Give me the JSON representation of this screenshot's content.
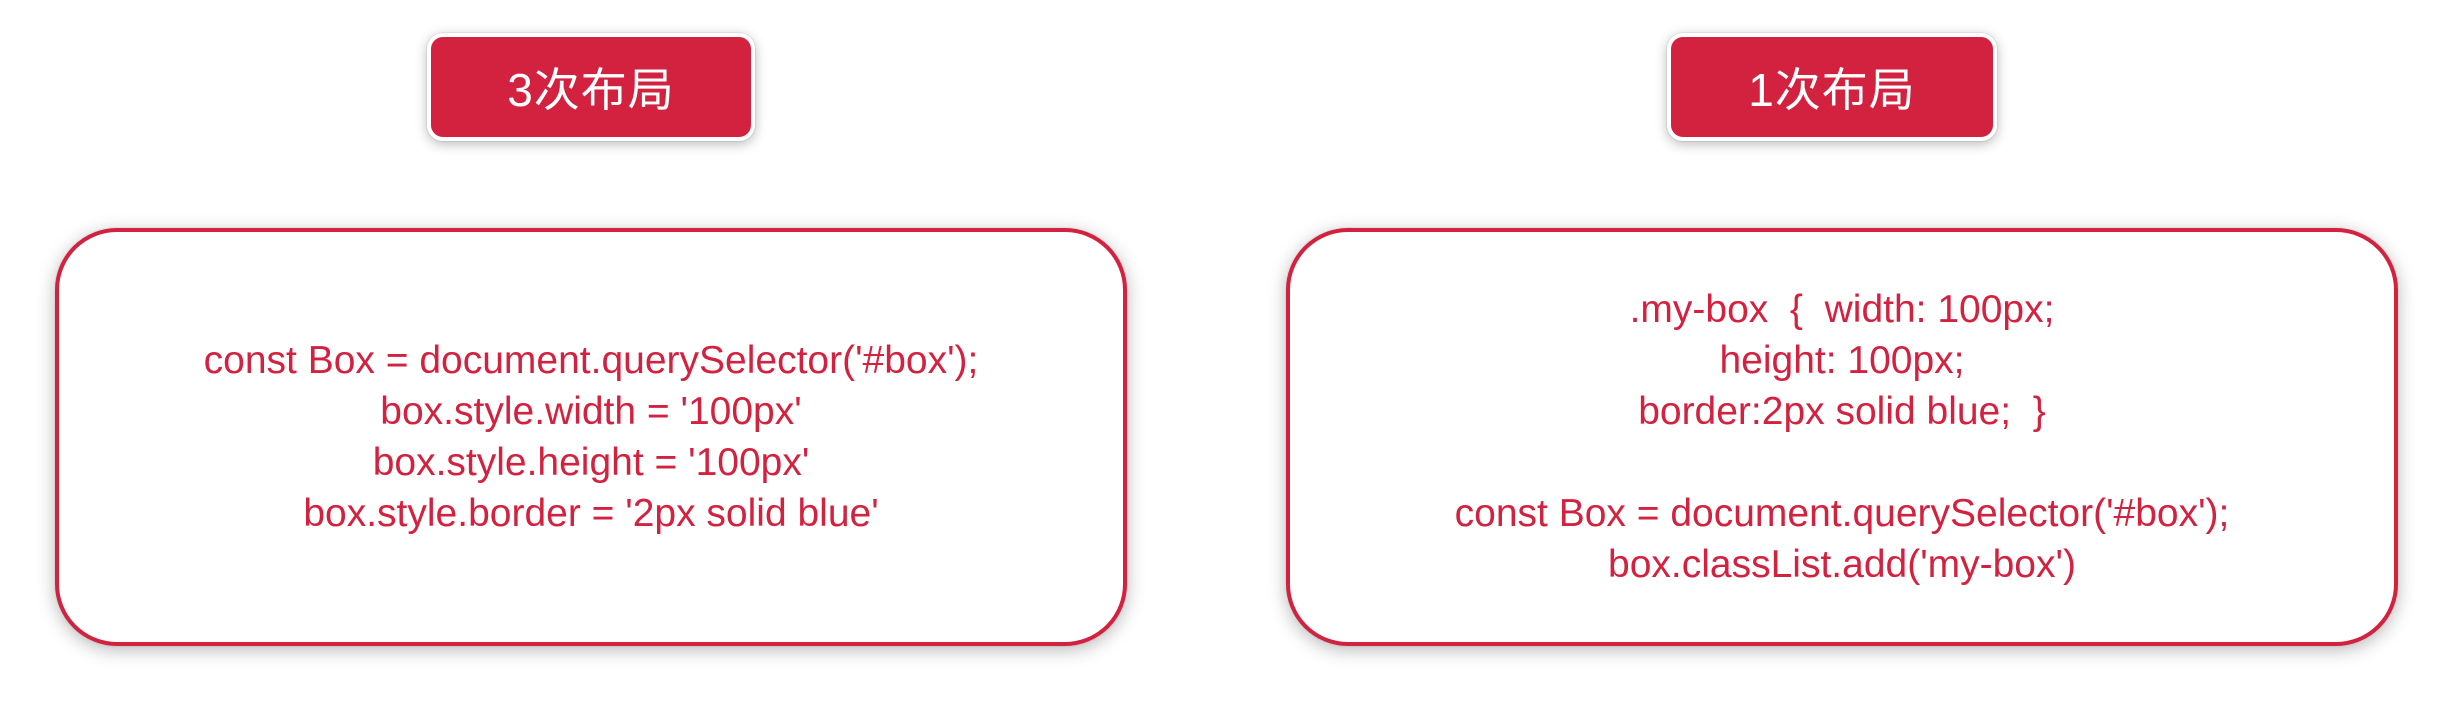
{
  "colors": {
    "accent": "#d32240",
    "background": "#ffffff"
  },
  "left_panel": {
    "label": "3次布局",
    "code_lines": [
      "const Box = document.querySelector('#box');",
      "box.style.width = '100px'",
      "box.style.height = '100px'",
      "box.style.border = '2px solid blue'"
    ]
  },
  "right_panel": {
    "label": "1次布局",
    "css_lines": [
      ".my-box  {  width: 100px;",
      "height: 100px;",
      "border:2px solid blue;  }"
    ],
    "js_lines": [
      "const Box = document.querySelector('#box');",
      "box.classList.add('my-box')"
    ]
  }
}
